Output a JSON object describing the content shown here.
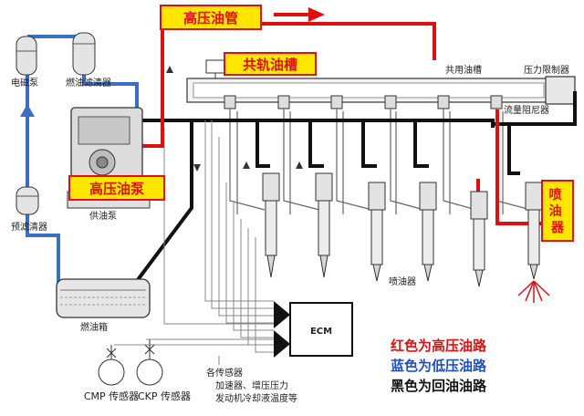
{
  "labels": {
    "high_pressure_pipe": "高压油管",
    "common_rail": "共轨油槽",
    "high_pressure_pump": "高压油泵",
    "injector_box": "喷油器",
    "solenoid_pump": "电磁泵",
    "fuel_filter": "燃油滤清器",
    "pre_filter": "预滤清器",
    "feed_pump": "供油泵",
    "fuel_tank": "燃油箱",
    "common_rail_small": "共用油槽",
    "pressure_limiter": "压力限制器",
    "flow_damper": "流量阻尼器",
    "injector_small": "喷油器",
    "ecm": "ECM",
    "cmp_sensor": "CMP 传感器",
    "ckp_sensor": "CKP 传感器",
    "sensors_title": "各传感器",
    "sensors_line1": "加速器、增压压力",
    "sensors_line2": "发动机冷却液温度等"
  },
  "legend": {
    "red": "红色为高压油路",
    "blue": "蓝色为低压油路",
    "black": "黑色为回油油路"
  },
  "colors": {
    "high_pressure": "#e01010",
    "low_pressure": "#3a6fc4",
    "return": "#111111",
    "label_box_fill": "#ffe600"
  }
}
